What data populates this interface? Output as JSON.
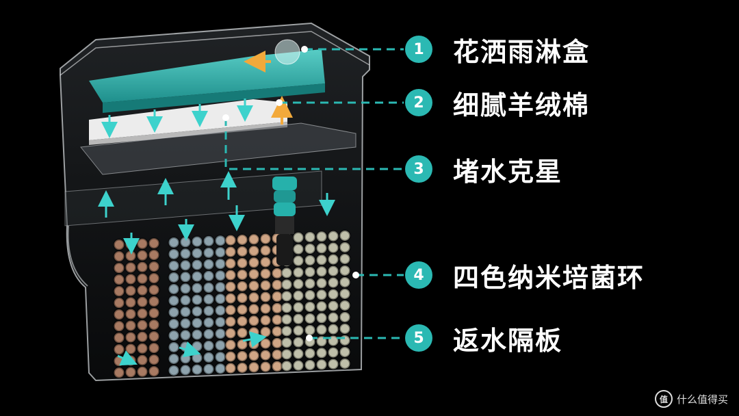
{
  "colors": {
    "accent": "#2bb9b3",
    "background": "#000000",
    "text": "#ffffff",
    "arrow_up": "#f2a93b"
  },
  "labels": [
    {
      "number": "1",
      "text": "花洒雨淋盒"
    },
    {
      "number": "2",
      "text": "细腻羊绒棉"
    },
    {
      "number": "3",
      "text": "堵水克星"
    },
    {
      "number": "4",
      "text": "四色纳米培菌环"
    },
    {
      "number": "5",
      "text": "返水隔板"
    }
  ],
  "watermark": {
    "icon": "值",
    "text": "什么值得买"
  },
  "media_colors": [
    "#a87a62",
    "#8ea3ad",
    "#cfa585",
    "#bfbfaa"
  ]
}
